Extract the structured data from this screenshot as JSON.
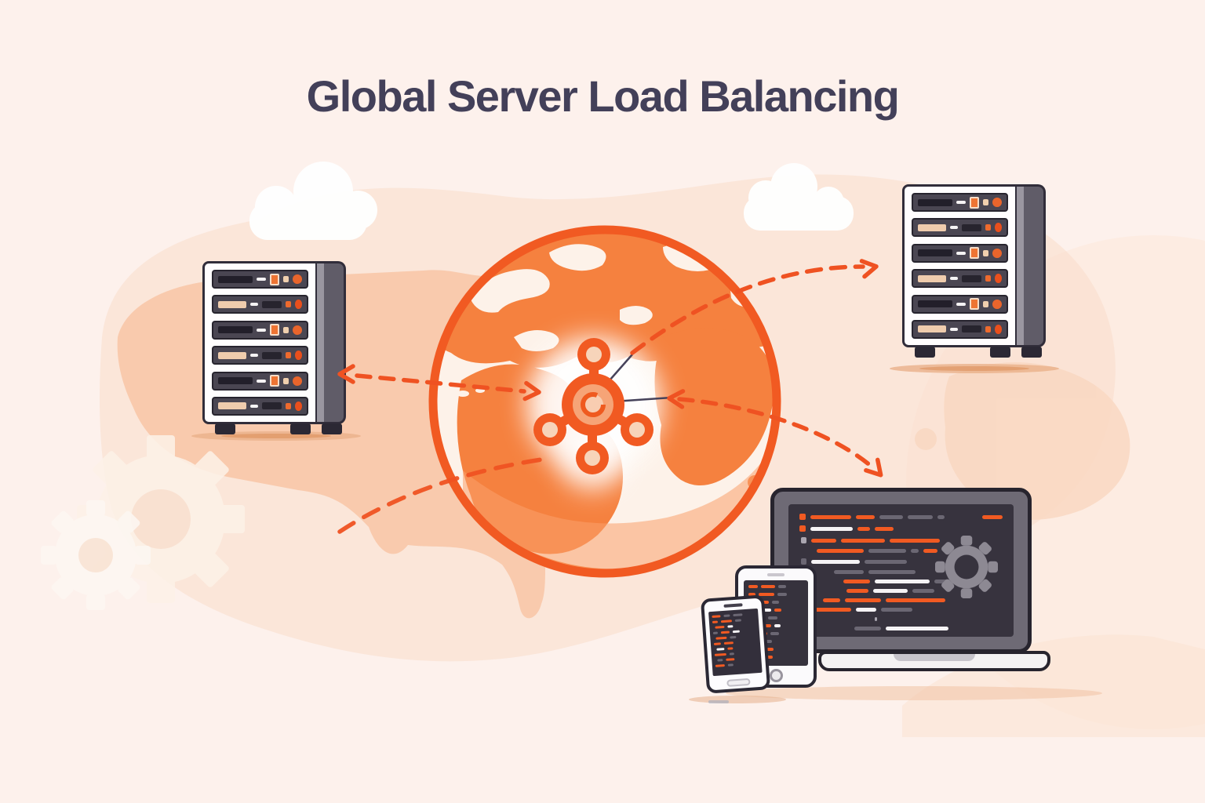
{
  "title": "Global Server Load Balancing",
  "palette": {
    "background": "#fdf1ec",
    "accent_orange": "#f15a22",
    "arrow_orange": "#ef5222",
    "globe_land": "#f5813f",
    "title_color": "#434059",
    "device_outline": "#2b2834",
    "screen_dark": "#37333e",
    "panel_gray": "#605c68",
    "map_peach": "#f8c6a7",
    "cloud_white": "#ffffff"
  },
  "icons": [
    "globe-icon",
    "hub-icon",
    "gear-icon",
    "cloud-icon",
    "arrow-icon",
    "server-rack-icon",
    "laptop-icon",
    "tablet-icon",
    "smartphone-icon"
  ],
  "devices": {
    "server_rack_left": {
      "unit_pattern": [
        "A",
        "B",
        "A",
        "B",
        "A",
        "B"
      ]
    },
    "server_rack_right": {
      "unit_pattern": [
        "A",
        "B",
        "A",
        "B",
        "A",
        "B"
      ]
    },
    "laptop": {
      "code_rows": [
        {
          "s": [
            [
              8,
              "o",
              "b"
            ],
            [
              52,
              "o"
            ],
            [
              24,
              "o"
            ],
            [
              30,
              "g"
            ],
            [
              32,
              "g"
            ],
            [
              9,
              "g"
            ],
            [
              26,
              "o",
              "r"
            ]
          ]
        },
        {
          "s": [
            [
              8,
              "o",
              "b"
            ],
            [
              54,
              "w"
            ],
            [
              16,
              "o"
            ],
            [
              24,
              "o"
            ]
          ]
        },
        {
          "i": 2,
          "s": [
            [
              7,
              "lg",
              "b"
            ],
            [
              32,
              "o"
            ],
            [
              56,
              "o"
            ],
            [
              64,
              "o"
            ]
          ]
        },
        {
          "i": 22,
          "s": [
            [
              60,
              "o"
            ],
            [
              48,
              "g"
            ],
            [
              10,
              "g"
            ],
            [
              18,
              "o"
            ]
          ]
        },
        {
          "i": 2,
          "s": [
            [
              7,
              "g",
              "b"
            ],
            [
              62,
              "w"
            ],
            [
              54,
              "g"
            ]
          ]
        },
        {
          "i": 44,
          "s": [
            [
              38,
              "g"
            ],
            [
              60,
              "g"
            ]
          ]
        },
        {
          "i": 56,
          "s": [
            [
              34,
              "o"
            ],
            [
              70,
              "w"
            ],
            [
              36,
              "g"
            ]
          ]
        },
        {
          "i": 60,
          "s": [
            [
              28,
              "o"
            ],
            [
              44,
              "w"
            ],
            [
              28,
              "g"
            ]
          ]
        },
        {
          "i": 30,
          "s": [
            [
              22,
              "o"
            ],
            [
              46,
              "o"
            ],
            [
              76,
              "o"
            ]
          ]
        },
        {
          "i": 16,
          "s": [
            [
              50,
              "o"
            ],
            [
              26,
              "w"
            ],
            [
              40,
              "g"
            ]
          ]
        },
        {
          "i": 96,
          "s": [
            [
              3,
              "lg"
            ]
          ]
        },
        {
          "i": 70,
          "s": [
            [
              34,
              "g"
            ],
            [
              80,
              "w"
            ]
          ]
        }
      ]
    },
    "tablet": {
      "code_rows": [
        {
          "s": [
            [
              12,
              "o"
            ],
            [
              18,
              "o"
            ],
            [
              10,
              "g"
            ]
          ]
        },
        {
          "s": [
            [
              9,
              "o"
            ],
            [
              20,
              "o"
            ],
            [
              12,
              "g"
            ]
          ]
        },
        {
          "i": 4,
          "s": [
            [
              22,
              "o"
            ],
            [
              9,
              "g"
            ]
          ]
        },
        {
          "s": [
            [
              11,
              "o"
            ],
            [
              14,
              "w"
            ],
            [
              9,
              "o"
            ]
          ]
        },
        {
          "i": 4,
          "s": [
            [
              17,
              "o"
            ],
            [
              12,
              "g"
            ]
          ]
        },
        {
          "s": [
            [
              9,
              "g"
            ],
            [
              16,
              "o"
            ],
            [
              8,
              "w"
            ]
          ]
        },
        {
          "i": 4,
          "s": [
            [
              20,
              "o"
            ],
            [
              11,
              "g"
            ]
          ]
        },
        {
          "s": [
            [
              8,
              "o"
            ],
            [
              18,
              "g"
            ]
          ]
        },
        {
          "i": 4,
          "s": [
            [
              15,
              "o"
            ],
            [
              9,
              "o"
            ]
          ]
        },
        {
          "s": [
            [
              11,
              "g"
            ],
            [
              16,
              "o"
            ]
          ]
        }
      ]
    },
    "phone": {
      "code_rows": [
        {
          "s": [
            [
              11,
              "o"
            ],
            [
              8,
              "g"
            ],
            [
              12,
              "g"
            ]
          ]
        },
        {
          "s": [
            [
              7,
              "o"
            ],
            [
              14,
              "o"
            ],
            [
              8,
              "g"
            ]
          ]
        },
        {
          "i": 3,
          "s": [
            [
              12,
              "o"
            ],
            [
              7,
              "w"
            ]
          ]
        },
        {
          "s": [
            [
              6,
              "g"
            ],
            [
              11,
              "o"
            ],
            [
              9,
              "w"
            ]
          ]
        },
        {
          "i": 3,
          "s": [
            [
              14,
              "o"
            ],
            [
              8,
              "g"
            ]
          ]
        },
        {
          "s": [
            [
              9,
              "o"
            ],
            [
              12,
              "o"
            ]
          ]
        },
        {
          "i": 3,
          "s": [
            [
              10,
              "w"
            ],
            [
              7,
              "o"
            ]
          ]
        },
        {
          "s": [
            [
              15,
              "o"
            ],
            [
              6,
              "g"
            ]
          ]
        },
        {
          "i": 3,
          "s": [
            [
              7,
              "g"
            ],
            [
              11,
              "o"
            ]
          ]
        },
        {
          "s": [
            [
              12,
              "o"
            ],
            [
              7,
              "g"
            ]
          ]
        }
      ]
    }
  }
}
